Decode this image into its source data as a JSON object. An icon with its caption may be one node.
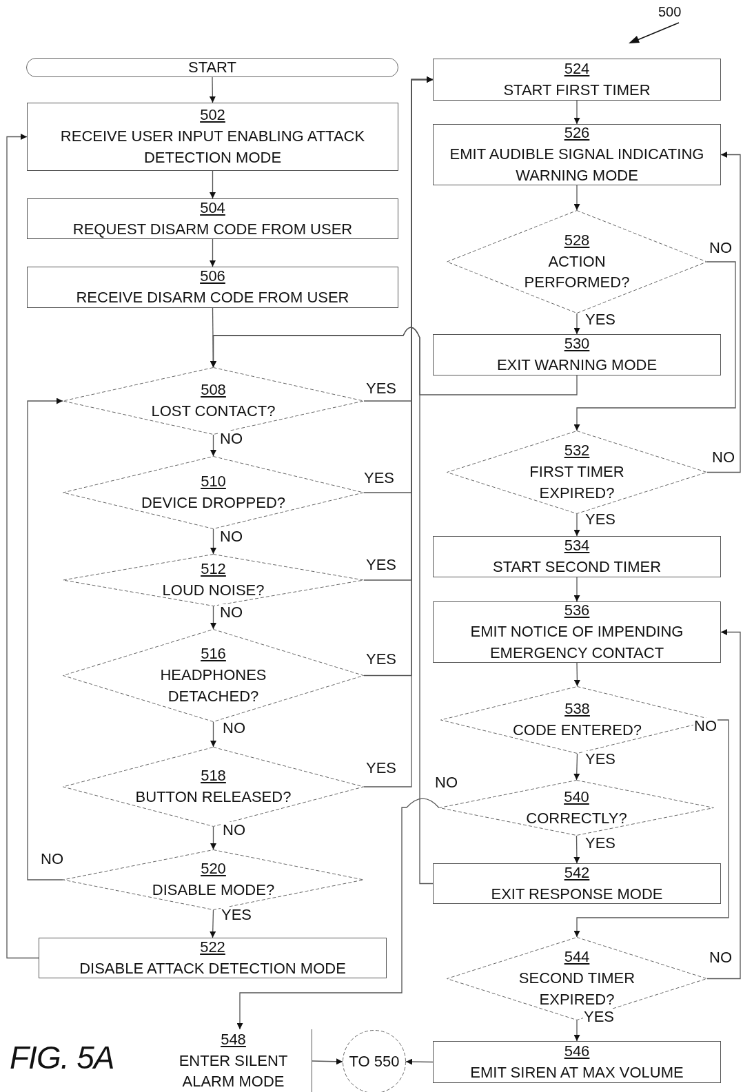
{
  "diagram": {
    "nodes": [
      {
        "text": [
          "START"
        ]
      },
      {
        "text": [
          "502",
          "RECEIVE USER INPUT ENABLING ATTACK DETECTION MODE"
        ]
      },
      {
        "text": [
          "504",
          "REQUEST DISARM CODE FROM USER"
        ]
      },
      {
        "text": [
          "506",
          "RECEIVE DISARM CODE FROM USER"
        ]
      },
      {
        "text": [
          "508",
          "LOST CONTACT?"
        ]
      },
      {
        "text": [
          "510",
          "DEVICE DROPPED?"
        ]
      },
      {
        "text": [
          "512",
          "LOUD NOISE?"
        ]
      },
      {
        "text": [
          "516",
          "HEADPHONES DETACHED?"
        ]
      },
      {
        "text": [
          "518",
          "BUTTON RELEASED?"
        ]
      },
      {
        "text": [
          "520",
          "DISABLE MODE?"
        ]
      },
      {
        "text": [
          "522",
          "DISABLE ATTACK DETECTION MODE"
        ]
      },
      {
        "text": [
          "524",
          "START FIRST TIMER"
        ]
      },
      {
        "text": [
          "526",
          "EMIT AUDIBLE SIGNAL INDICATING WARNING MODE"
        ]
      },
      {
        "text": [
          "528",
          "ACTION PERFORMED?"
        ]
      },
      {
        "text": [
          "530",
          "EXIT WARNING MODE"
        ]
      },
      {
        "text": [
          "532",
          "FIRST TIMER EXPIRED?"
        ]
      },
      {
        "text": [
          "534",
          "START SECOND TIMER"
        ]
      },
      {
        "text": [
          "536",
          "EMIT NOTICE OF IMPENDING EMERGENCY CONTACT"
        ]
      },
      {
        "text": [
          "538",
          "CODE ENTERED?"
        ]
      },
      {
        "text": [
          "540",
          "CORRECTLY?"
        ]
      },
      {
        "text": [
          "542",
          "EXIT RESPONSE MODE"
        ]
      },
      {
        "text": [
          "544",
          "SECOND TIMER EXPIRED?"
        ]
      },
      {
        "text": [
          "546",
          "EMIT SIREN AT MAX VOLUME"
        ]
      },
      {
        "text": [
          "548",
          "ENTER SILENT ALARM MODE"
        ]
      },
      {
        "text": [
          "TO 550"
        ]
      }
    ],
    "edges": [
      {
        "from": 0,
        "to": 1,
        "arrow": "to"
      },
      {
        "from": 1,
        "to": 2,
        "arrow": "to"
      },
      {
        "from": 2,
        "to": 3,
        "arrow": "to"
      },
      {
        "from": 3,
        "to": 4,
        "arrow": "to"
      },
      {
        "from": 4,
        "to": 11,
        "arrow": "to",
        "label": "YES"
      },
      {
        "from": 4,
        "to": 5,
        "arrow": "to",
        "label": "NO"
      },
      {
        "from": 5,
        "to": 11,
        "arrow": "to",
        "label": "YES"
      },
      {
        "from": 5,
        "to": 6,
        "arrow": "to",
        "label": "NO"
      },
      {
        "from": 6,
        "to": 11,
        "arrow": "to",
        "label": "YES"
      },
      {
        "from": 6,
        "to": 7,
        "arrow": "to",
        "label": "NO"
      },
      {
        "from": 7,
        "to": 11,
        "arrow": "to",
        "label": "YES"
      },
      {
        "from": 7,
        "to": 8,
        "arrow": "to",
        "label": "NO"
      },
      {
        "from": 8,
        "to": 11,
        "arrow": "to",
        "label": "YES"
      },
      {
        "from": 8,
        "to": 9,
        "arrow": "to",
        "label": "NO"
      },
      {
        "from": 9,
        "to": 4,
        "arrow": "to",
        "label": "NO"
      },
      {
        "from": 9,
        "to": 10,
        "arrow": "to",
        "label": "YES"
      },
      {
        "from": 10,
        "to": 1,
        "arrow": "to"
      },
      {
        "from": 11,
        "to": 12,
        "arrow": "to"
      },
      {
        "from": 12,
        "to": 13,
        "arrow": "to"
      },
      {
        "from": 13,
        "to": 15,
        "arrow": "to",
        "label": "NO"
      },
      {
        "from": 13,
        "to": 14,
        "arrow": "to",
        "label": "YES"
      },
      {
        "from": 14,
        "to": 4,
        "arrow": "to"
      },
      {
        "from": 15,
        "to": 12,
        "arrow": "to",
        "label": "NO"
      },
      {
        "from": 15,
        "to": 16,
        "arrow": "to",
        "label": "YES"
      },
      {
        "from": 16,
        "to": 17,
        "arrow": "to"
      },
      {
        "from": 17,
        "to": 18,
        "arrow": "to"
      },
      {
        "from": 18,
        "to": 21,
        "arrow": "to",
        "label": "NO"
      },
      {
        "from": 18,
        "to": 19,
        "arrow": "to",
        "label": "YES"
      },
      {
        "from": 19,
        "to": 23,
        "arrow": "to",
        "label": "NO"
      },
      {
        "from": 19,
        "to": 20,
        "arrow": "to",
        "label": "YES"
      },
      {
        "from": 20,
        "to": 4,
        "arrow": "to"
      },
      {
        "from": 21,
        "to": 17,
        "arrow": "to",
        "label": "NO"
      },
      {
        "from": 21,
        "to": 22,
        "arrow": "to",
        "label": "YES"
      },
      {
        "from": 22,
        "to": 24,
        "arrow": "to"
      },
      {
        "from": 23,
        "to": 24,
        "arrow": "to"
      }
    ],
    "labels": [
      "500",
      "FIG. 5A"
    ]
  }
}
